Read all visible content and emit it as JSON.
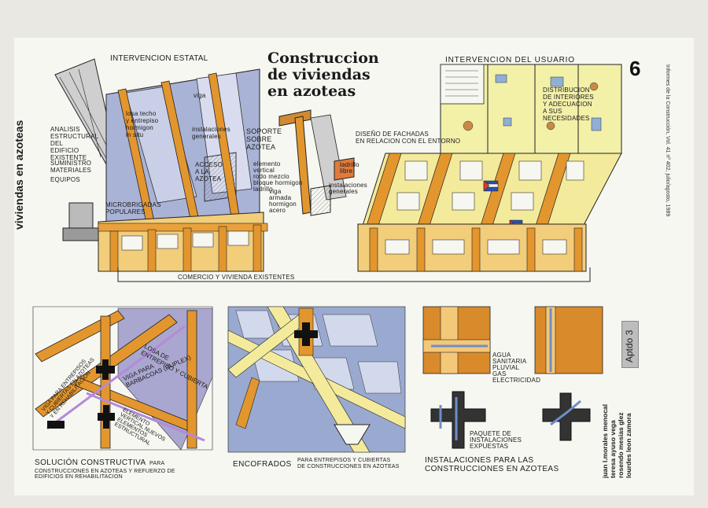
{
  "title": [
    "Construccion",
    "de viviendas",
    "en azoteas"
  ],
  "page_number": "6",
  "side_title": "viviendas en azoteas",
  "journal_line": "Informes de la Construcción, Vol. 41 nº 402, julio/agosto, 1989",
  "aptdo": "Aptdo 3",
  "credits": [
    "juan l.morales menocal",
    "teresa ayuso vega",
    "rosendo mesias glez",
    "lourdes leon zamora"
  ],
  "top_left": {
    "heading": "INTERVENCION ESTATAL",
    "labels": {
      "viga": "viga",
      "losa": [
        "losa techo",
        "y entrepiso",
        "hormigon",
        "in situ"
      ],
      "instalaciones": [
        "instalaciones",
        "generales"
      ],
      "acceso": [
        "acceso",
        "a la",
        "azotea"
      ],
      "analisis": [
        "ANALISIS",
        "ESTRUCTURAL",
        "DEL",
        "EDIFICIO",
        "EXISTENTE"
      ],
      "suministro": [
        "SUMINISTRO",
        "MATERIALES"
      ],
      "equipos": "EQUIPOS",
      "microbrigadas": [
        "MICROBRIGADAS",
        "POPULARES"
      ],
      "comercio": "COMERCIO Y VIVIENDA EXISTENTES"
    }
  },
  "center": {
    "soporte": [
      "SOPORTE",
      "SOBRE",
      "AZOTEA"
    ],
    "elemento": [
      "elemento",
      "vertical",
      "rodo mezclo",
      "bloque hormigon",
      "ladrillo"
    ],
    "viga_armada": [
      "viga",
      "armada",
      "hormigon",
      "acero"
    ],
    "ladrillo_libre": [
      "ladrillo",
      "libre"
    ],
    "instalaciones_generales": [
      "instalaciones",
      "generales"
    ]
  },
  "top_right": {
    "heading": "INTERVENCION DEL USUARIO",
    "distribucion": [
      "DISTRIBUCION",
      "DE INTERIORES",
      "Y ADECUACION",
      "A SUS",
      "NECESIDADES"
    ],
    "fachadas": [
      "DISEÑO DE FACHADAS",
      "EN RELACION CON EL ENTORNO"
    ]
  },
  "bottom_left": {
    "losa": [
      "LOSA DE",
      "ENTREPISO Y CUBIERTA"
    ],
    "viga_barbacoas": [
      "VIGA PARA",
      "BARBACOAS (DUPLEX)"
    ],
    "elemento_vertical": [
      "ELEMENTO",
      "VERTICAL nuevos",
      "elementos",
      "estructural"
    ],
    "viga_entrepiso": [
      "VIGA PARA ENTREPISOS",
      "Y CUBIERTAS EN AZOTEAS",
      "Y EN REHABILITACION"
    ],
    "caption_main": "SOLUCIÓN CONSTRUCTIVA",
    "caption_sub": [
      "PARA",
      "CONSTRUCCIONES EN AZOTEAS Y REFUERZO DE",
      "EDIFICIOS EN REHABILITACION"
    ]
  },
  "bottom_middle": {
    "caption_main": "ENCOFRADOS",
    "caption_sub": [
      "PARA ENTREPISOS Y CUBIERTAS",
      "DE CONSTRUCCIONES EN AZOTEAS"
    ]
  },
  "bottom_right": {
    "agua": [
      "AGUA",
      "SANITARIA",
      "PLUVIAL",
      "GAS",
      "ELECTRICIDAD"
    ],
    "paquete": [
      "PAQUETE DE",
      "INSTALACIONES",
      "EXPUESTAS"
    ],
    "caption": [
      "INSTALACIONES PARA LAS",
      "CONSTRUCCIONES EN AZOTEAS"
    ]
  }
}
